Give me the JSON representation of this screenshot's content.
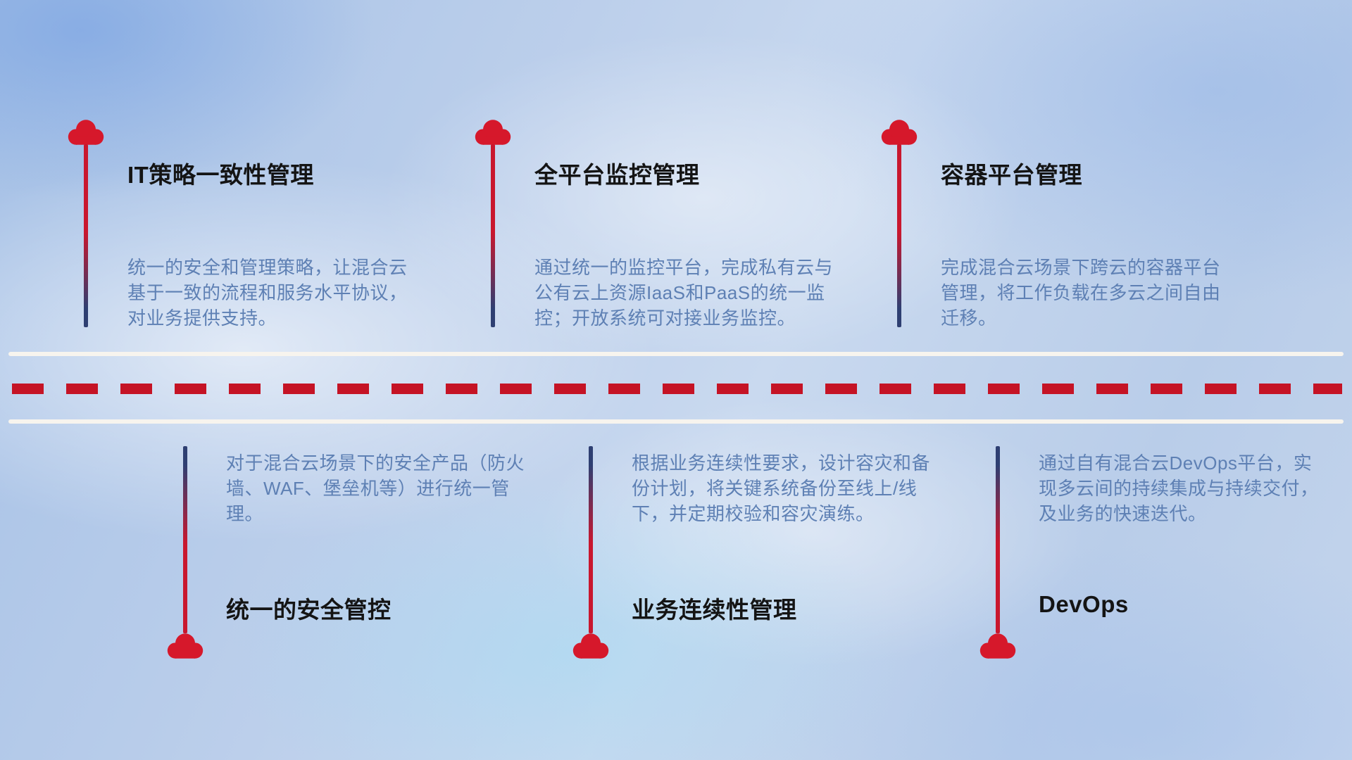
{
  "top_items": [
    {
      "title": "IT策略一致性管理",
      "description": "统一的安全和管理策略，让混合云基于一致的流程和服务水平协议，对业务提供支持。"
    },
    {
      "title": "全平台监控管理",
      "description": "通过统一的监控平台，完成私有云与公有云上资源IaaS和PaaS的统一监控；开放系统可对接业务监控。"
    },
    {
      "title": "容器平台管理",
      "description": "完成混合云场景下跨云的容器平台管理，将工作负载在多云之间自由迁移。"
    }
  ],
  "bottom_items": [
    {
      "title": "统一的安全管控",
      "description": "对于混合云场景下的安全产品（防火墙、WAF、堡垒机等）进行统一管理。"
    },
    {
      "title": "业务连续性管理",
      "description": "根据业务连续性要求，设计容灾和备份计划，将关键系统备份至线上/线下，并定期校验和容灾演练。"
    },
    {
      "title": "DevOps",
      "description": "通过自有混合云DevOps平台，实现多云间的持续集成与持续交付，及业务的快速迭代。"
    }
  ],
  "icons": {
    "cloud": "cloud-icon"
  },
  "colors": {
    "cloud_red": "#d6182b",
    "line_red": "#c9172e",
    "line_navy": "#2e3f72",
    "title_text": "#141414",
    "description_text": "#5e80b4",
    "road_white": "#f7f4ee",
    "dash_red": "#c51325",
    "background_base": "#bcd0ea"
  }
}
